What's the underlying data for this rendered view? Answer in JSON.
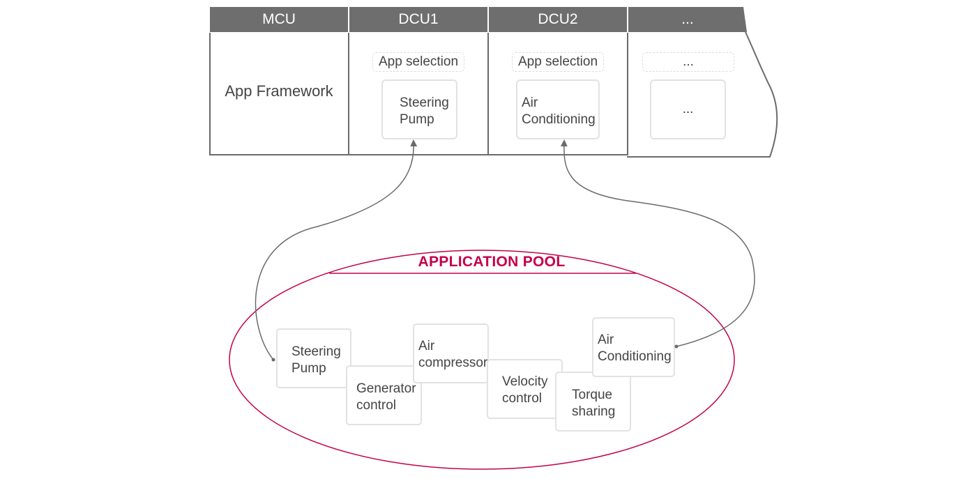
{
  "columns": {
    "mcu": {
      "header": "MCU",
      "body_label": "App Framework"
    },
    "dcu1": {
      "header": "DCU1",
      "selection_label": "App selection",
      "app_line1": "Steering",
      "app_line2": "Pump"
    },
    "dcu2": {
      "header": "DCU2",
      "selection_label": "App selection",
      "app_line1": "Air",
      "app_line2": "Conditioning"
    },
    "more": {
      "header": "...",
      "selection_label": "...",
      "app_label": "..."
    }
  },
  "pool": {
    "title": "APPLICATION POOL",
    "apps": [
      {
        "line1": "Steering",
        "line2": "Pump"
      },
      {
        "line1": "Generator",
        "line2": "control"
      },
      {
        "line1": "Air",
        "line2": "compressor"
      },
      {
        "line1": "Velocity",
        "line2": "control"
      },
      {
        "line1": "Torque",
        "line2": "sharing"
      },
      {
        "line1": "Air",
        "line2": "Conditioning"
      }
    ]
  },
  "colors": {
    "header_bg": "#6e6e6e",
    "pool_accent": "#c4004b",
    "connector": "#6a6a6a"
  }
}
